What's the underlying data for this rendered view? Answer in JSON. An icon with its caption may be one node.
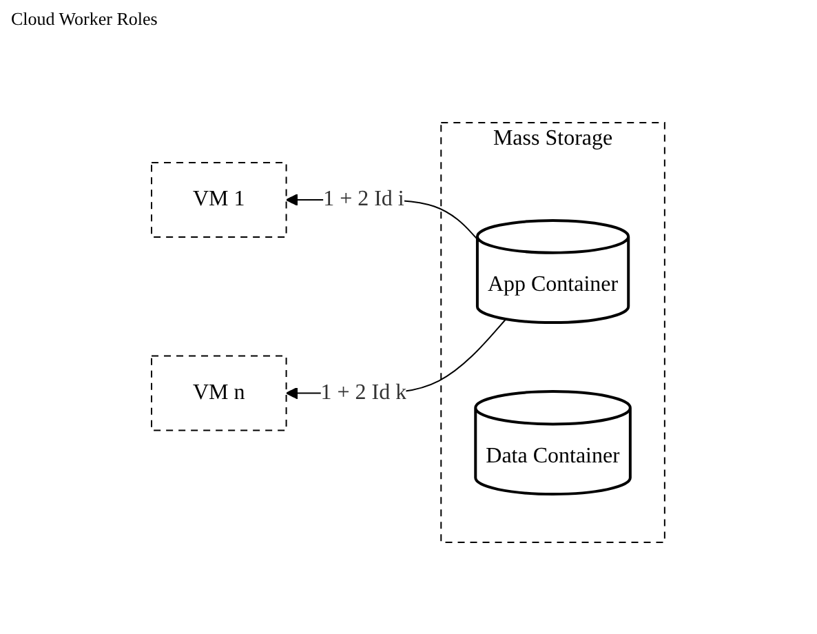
{
  "diagram": {
    "nodes": [
      {
        "text": [
          "VM 1"
        ]
      },
      {
        "text": [
          "VM n"
        ]
      },
      {
        "text": [
          "Mass Storage"
        ]
      },
      {
        "text": [
          "App Container"
        ],
        "in": 2
      },
      {
        "text": [
          "Data Container"
        ],
        "in": 2
      }
    ],
    "edges": [
      {
        "from": 3,
        "to": 0,
        "arrow": "to",
        "label": "1 + 2 Id i"
      },
      {
        "from": 3,
        "to": 1,
        "arrow": "to",
        "label": "1 + 2 Id k"
      }
    ],
    "labels": [
      "Cloud Worker Roles"
    ]
  }
}
